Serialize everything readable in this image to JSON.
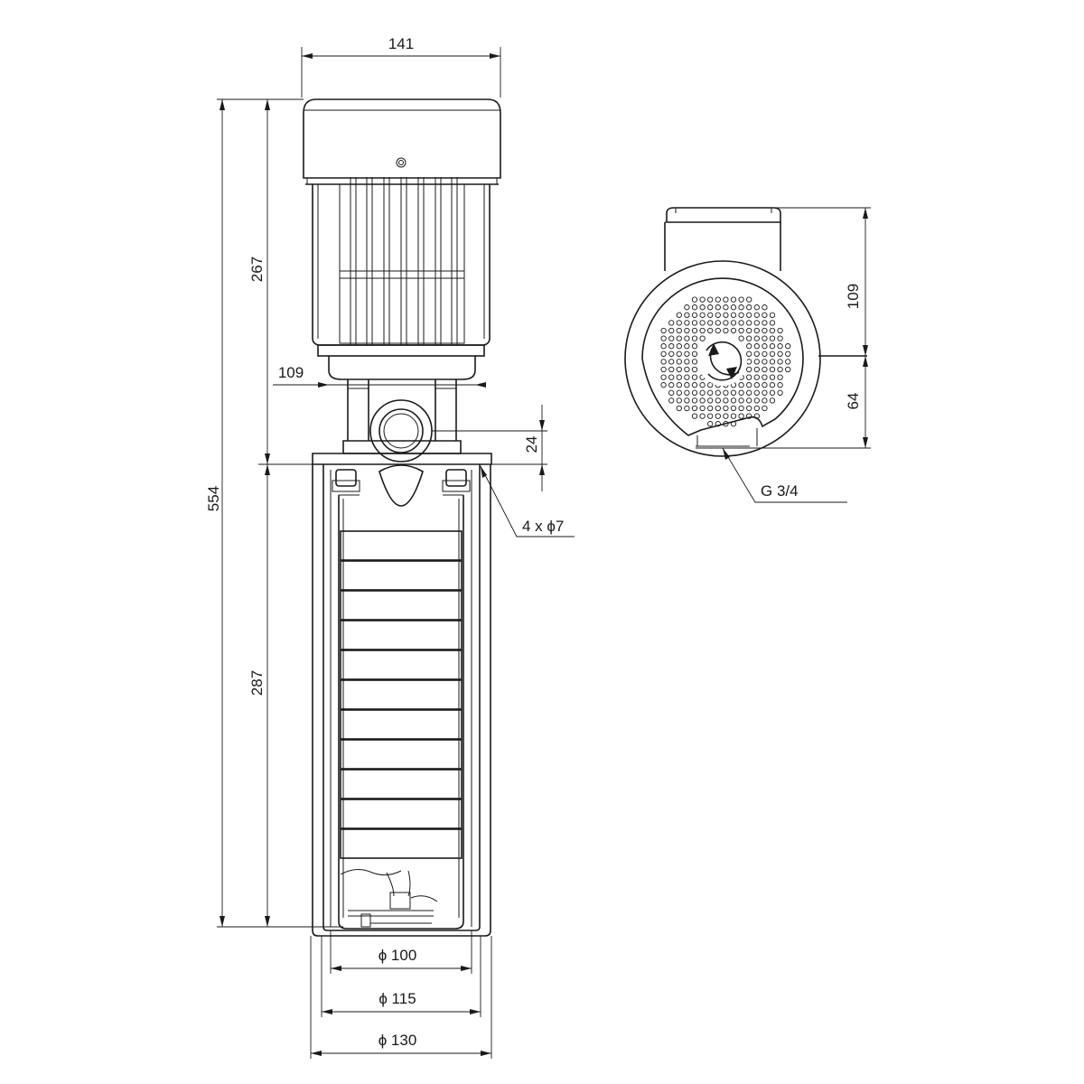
{
  "dimensions": {
    "motor_width": "141",
    "overall_height": "554",
    "motor_height": "267",
    "column_height": "287",
    "flange_offset": "109",
    "outlet_offset": "24",
    "mounting_holes": "4 x ϕ7",
    "diameter_100": "ϕ  100",
    "diameter_115": "ϕ  115",
    "diameter_130": "ϕ  130",
    "top_height": "109",
    "bottom_height": "64",
    "thread": "G 3/4"
  },
  "icons": {
    "rotation": "rotation-arrow-icon"
  },
  "colors": {
    "line": "#1a1a1a",
    "background": "#ffffff"
  }
}
